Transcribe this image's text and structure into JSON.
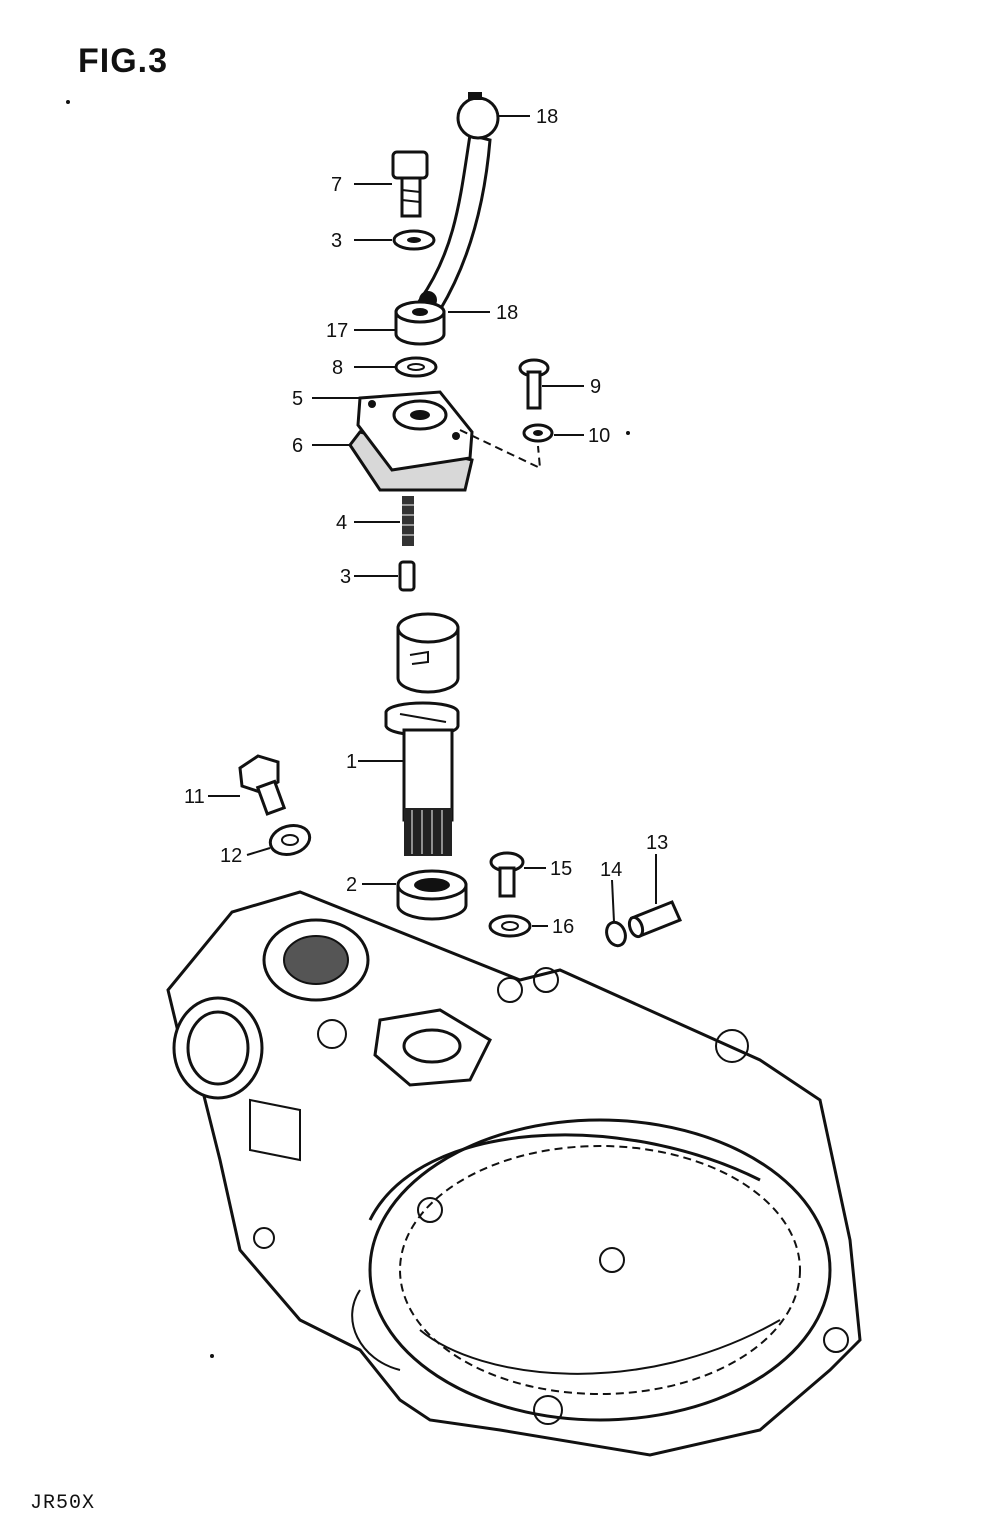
{
  "title": "FIG.3",
  "footer": "JR50X",
  "callouts": {
    "c18a": "18",
    "c7": "7",
    "c3a": "3",
    "c18b": "18",
    "c17": "17",
    "c8": "8",
    "c9": "9",
    "c5": "5",
    "c10": "10",
    "c6": "6",
    "c4": "4",
    "c3b": "3",
    "c1": "1",
    "c11": "11",
    "c13": "13",
    "c12": "12",
    "c15": "15",
    "c14": "14",
    "c2": "2",
    "c16": "16"
  }
}
